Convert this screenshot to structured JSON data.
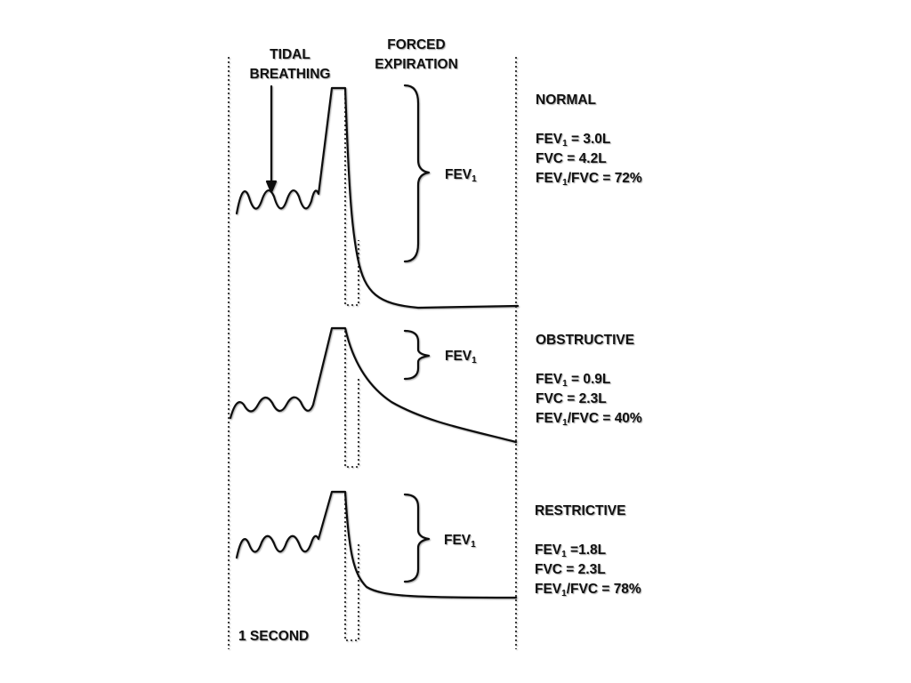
{
  "labels": {
    "tidal_breathing": [
      "TIDAL",
      "BREATHING"
    ],
    "forced_expiration": [
      "FORCED",
      "EXPIRATION"
    ],
    "fev1_base": "FEV",
    "fev1_sub": "1",
    "one_second": "1 SECOND"
  },
  "panels": [
    {
      "title": "NORMAL",
      "fev1_label": "FEV",
      "fev1_value": " = 3.0L",
      "fvc_line": "FVC = 4.2L",
      "ratio_label": "FEV",
      "ratio_rest": "/FVC = 72%"
    },
    {
      "title": "OBSTRUCTIVE",
      "fev1_label": "FEV",
      "fev1_value": " = 0.9L",
      "fvc_line": "FVC = 2.3L",
      "ratio_label": "FEV",
      "ratio_rest": "/FVC = 40%"
    },
    {
      "title": "RESTRICTIVE",
      "fev1_label": "FEV",
      "fev1_value": " =1.8L",
      "fvc_line": "FVC = 2.3L",
      "ratio_label": "FEV",
      "ratio_rest": "/FVC = 78%"
    }
  ],
  "colors": {
    "ink": "#111111",
    "background": "#ffffff"
  }
}
